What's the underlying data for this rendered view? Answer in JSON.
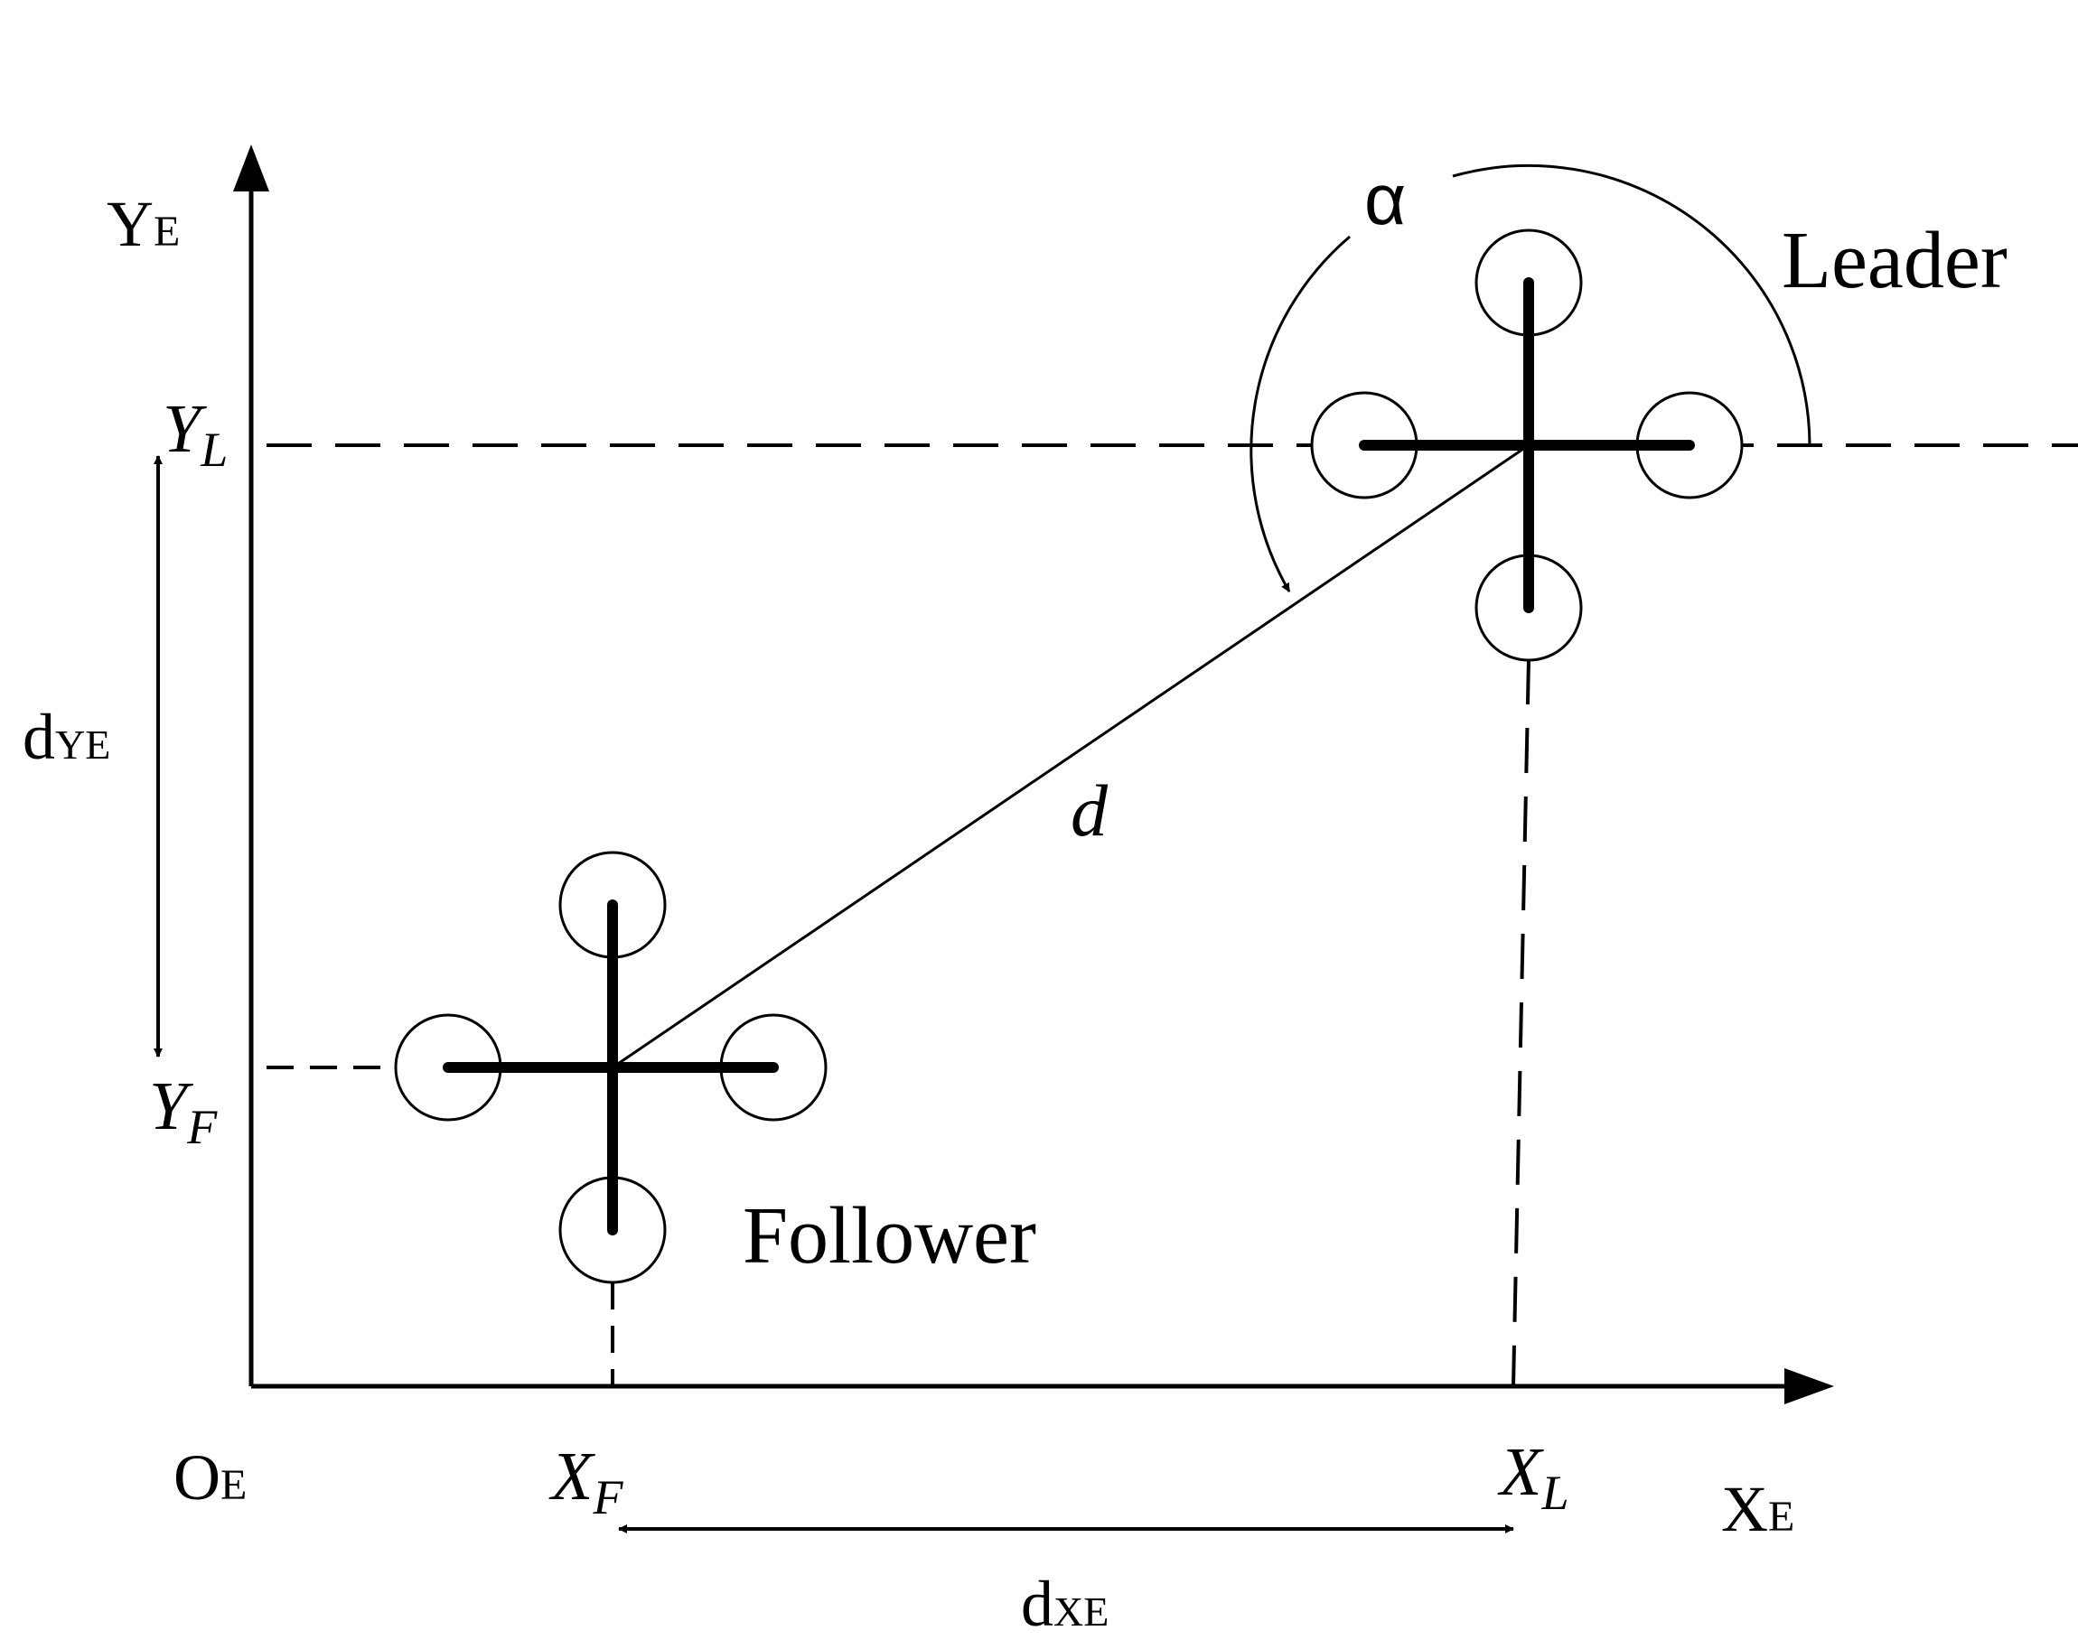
{
  "labels": {
    "y_axis": {
      "main": "Y",
      "sub": "E"
    },
    "x_axis": {
      "main": "X",
      "sub": "E"
    },
    "origin": {
      "main": "O",
      "sub": "E"
    },
    "y_leader": {
      "main": "Y",
      "sub": "L"
    },
    "y_follower": {
      "main": "Y",
      "sub": "F"
    },
    "x_leader": {
      "main": "X",
      "sub": "L"
    },
    "x_follower": {
      "main": "X",
      "sub": "F"
    },
    "d_ye": {
      "main": "d",
      "sub": "YE"
    },
    "d_xe": {
      "main": "d",
      "sub": "XE"
    },
    "distance": "d",
    "angle": "α",
    "leader": "Leader",
    "follower": "Follower"
  },
  "colors": {
    "ink": "#000000",
    "background": "#ffffff"
  }
}
